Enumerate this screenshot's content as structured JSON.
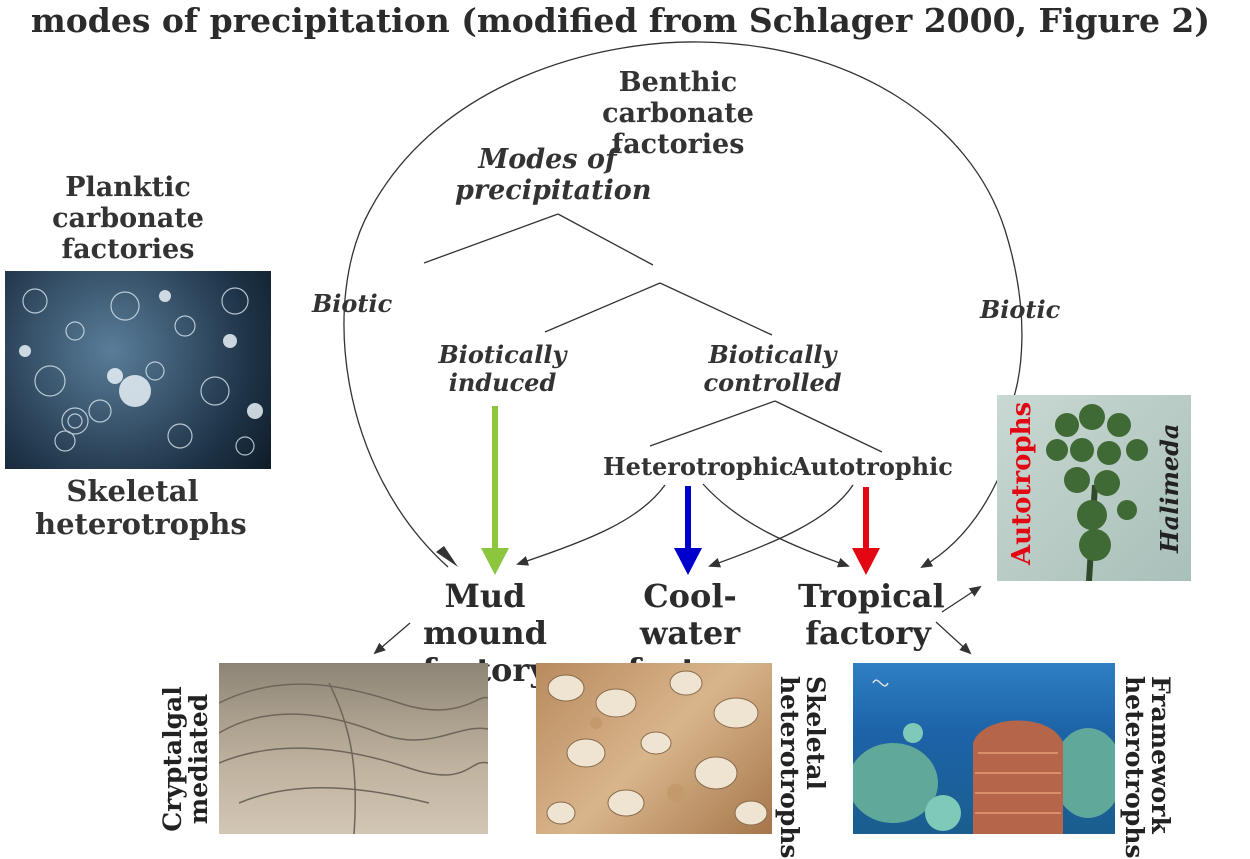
{
  "title": "modes of precipitation (modified from Schlager 2000, Figure 2)",
  "benthic": "Benthic carbonate factories",
  "planktic": "Planktic carbonate factories",
  "skeletal_left": "Skeletal heterotrophs",
  "modes": "Modes of precipitation",
  "biotic_left": "Biotic",
  "biotic_right": "Biotic",
  "induced": "Biotically induced",
  "controlled": "Biotically controlled",
  "heterotrophic": "Heterotrophic",
  "autotrophic": "Autotrophic",
  "mud_mound": "Mud mound factory",
  "cool_water": "Cool-water factory",
  "tropical": "Tropical factory",
  "autotrophs": "Autotrophs",
  "halimeda": "Halimeda",
  "cryptalgal": "Cryptalgal mediated",
  "skeletal_bottom": "Skeletal heterotrophs",
  "framework": "Framework heterotrophs",
  "colors": {
    "induced_arrow": "#8cc63f",
    "heterotrophic_arrow": "#0000cc",
    "autotrophic_arrow": "#e30613",
    "autotrophs_text": "#e30613"
  },
  "icons": {
    "plankton_photo": "foraminifera-thin-section-image",
    "halimeda_photo": "halimeda-alga-image",
    "mud_mound_photo": "stromatolite-rock-image",
    "shells_photo": "shell-beach-image",
    "reef_photo": "coral-reef-image"
  }
}
